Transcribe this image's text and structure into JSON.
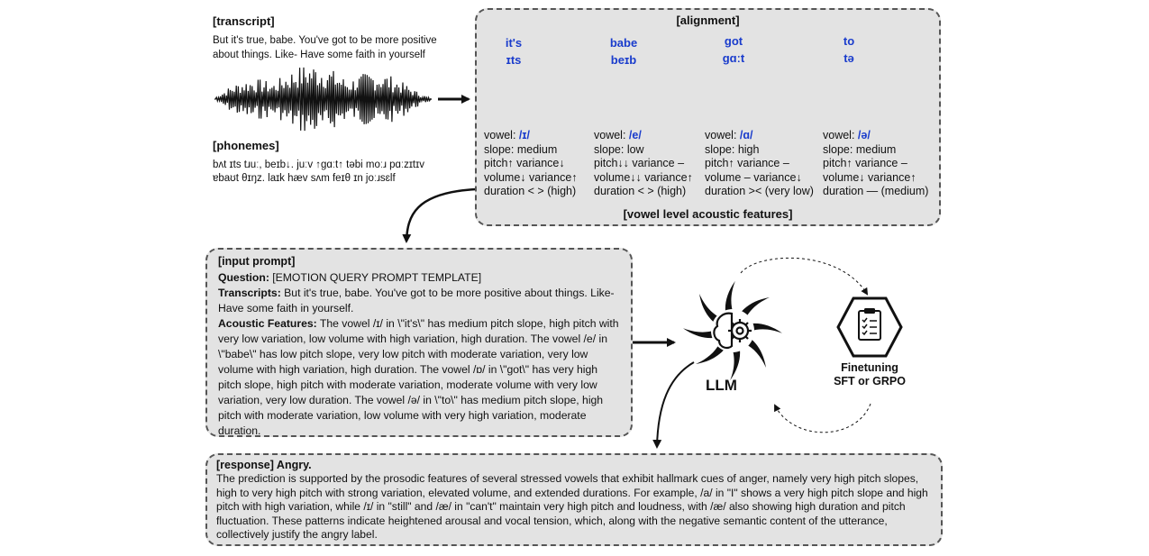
{
  "transcript": {
    "heading": "[transcript]",
    "line1": "But it's true, babe. You've got to be more positive",
    "line2": "about things. Like- Have some faith in yourself"
  },
  "phonemes": {
    "heading": "[phonemes]",
    "line1": "bʌt ɪts tɹuː, beɪb↓. juːv ↑gɑːt↑ təbi moːɹ pɑːzɪtɪv",
    "line2": "ɐbaʊt θɪŋz. laɪk hæv sʌm feɪθ ɪn joːɹsɛlf"
  },
  "alignment": {
    "heading": "[alignment]",
    "footer": "[vowel level acoustic features]",
    "words": [
      {
        "word": "it's",
        "ipa": "ɪts",
        "vowel_label": "vowel:",
        "vowel": "/ɪ/",
        "slope": "slope: medium",
        "pitch": "pitch↑ variance↓",
        "volume": "volume↓ variance↑",
        "duration": "duration < > (high)"
      },
      {
        "word": "babe",
        "ipa": "beɪb",
        "vowel_label": "vowel:",
        "vowel": "/e/",
        "slope": "slope: low",
        "pitch": "pitch↓↓ variance –",
        "volume": "volume↓↓ variance↑",
        "duration": "duration < > (high)"
      },
      {
        "word": "got",
        "ipa": "gɑːt",
        "vowel_label": "vowel:",
        "vowel": "/ɑ/",
        "slope": "slope: high",
        "pitch": "pitch↑ variance –",
        "volume": "volume – variance↓",
        "duration": "duration >< (very low)"
      },
      {
        "word": "to",
        "ipa": "tə",
        "vowel_label": "vowel:",
        "vowel": "/ə/",
        "slope": "slope: medium",
        "pitch": "pitch↑ variance –",
        "volume": "volume↓ variance↑",
        "duration": "duration — (medium)"
      }
    ]
  },
  "input_prompt": {
    "heading": "[input prompt]",
    "question_label": "Question:",
    "question": "[EMOTION QUERY PROMPT TEMPLATE]",
    "transcripts_label": "Transcripts:",
    "transcripts": "But it's true, babe. You've got to be more positive about things. Like- Have some faith in yourself.",
    "features_label": "Acoustic Features:",
    "features": "The vowel /ɪ/ in \\\"it's\\\" has medium pitch slope, high pitch with very low variation, low volume with high variation, high duration. The vowel /e/ in \\\"babe\\\" has low pitch slope, very low pitch with moderate variation, very low volume with high variation, high duration. The vowel /ɒ/ in \\\"got\\\" has very high pitch slope, high pitch with moderate variation, moderate volume with very low variation, very low duration. The vowel /ə/ in \\\"to\\\" has medium pitch slope, high pitch with moderate variation, low volume with very high variation, moderate duration."
  },
  "llm": {
    "label": "LLM"
  },
  "finetuning": {
    "line1": "Finetuning",
    "line2": "SFT or GRPO"
  },
  "response": {
    "heading": "[response] Angry.",
    "text": "The prediction is supported by the prosodic features of several stressed vowels that exhibit hallmark cues of anger, namely very high pitch slopes, high to very high pitch with strong variation, elevated volume, and extended durations. For example, /a/ in \"I\" shows a very high pitch slope and high pitch with high variation, while /ɪ/ in \"still\" and /æ/ in \"can't\" maintain very high pitch and loudness, with /æ/ also showing high duration and pitch fluctuation. These patterns indicate heightened arousal and vocal tension, which, along with the negative semantic content of the utterance, collectively justify the angry label."
  },
  "colors": {
    "accent": "#1a3ccc",
    "panel": "#e3e3e3",
    "border": "#555555"
  }
}
